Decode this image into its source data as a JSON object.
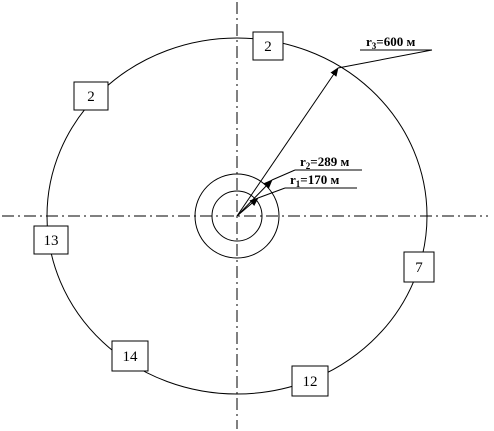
{
  "colors": {
    "stroke": "#000000",
    "background": "#ffffff"
  },
  "markers": [
    {
      "id": "top",
      "label": "2"
    },
    {
      "id": "upper-left",
      "label": "2"
    },
    {
      "id": "left",
      "label": "13"
    },
    {
      "id": "lower-left",
      "label": "14"
    },
    {
      "id": "bottom",
      "label": "12"
    },
    {
      "id": "right",
      "label": "7"
    }
  ],
  "radii": [
    {
      "id": "r1",
      "prefix": "r",
      "sub": "1",
      "value": "=170 м"
    },
    {
      "id": "r2",
      "prefix": "r",
      "sub": "2",
      "value": "=289 м"
    },
    {
      "id": "r3",
      "prefix": "r",
      "sub": "3",
      "value": "=600 м"
    }
  ]
}
